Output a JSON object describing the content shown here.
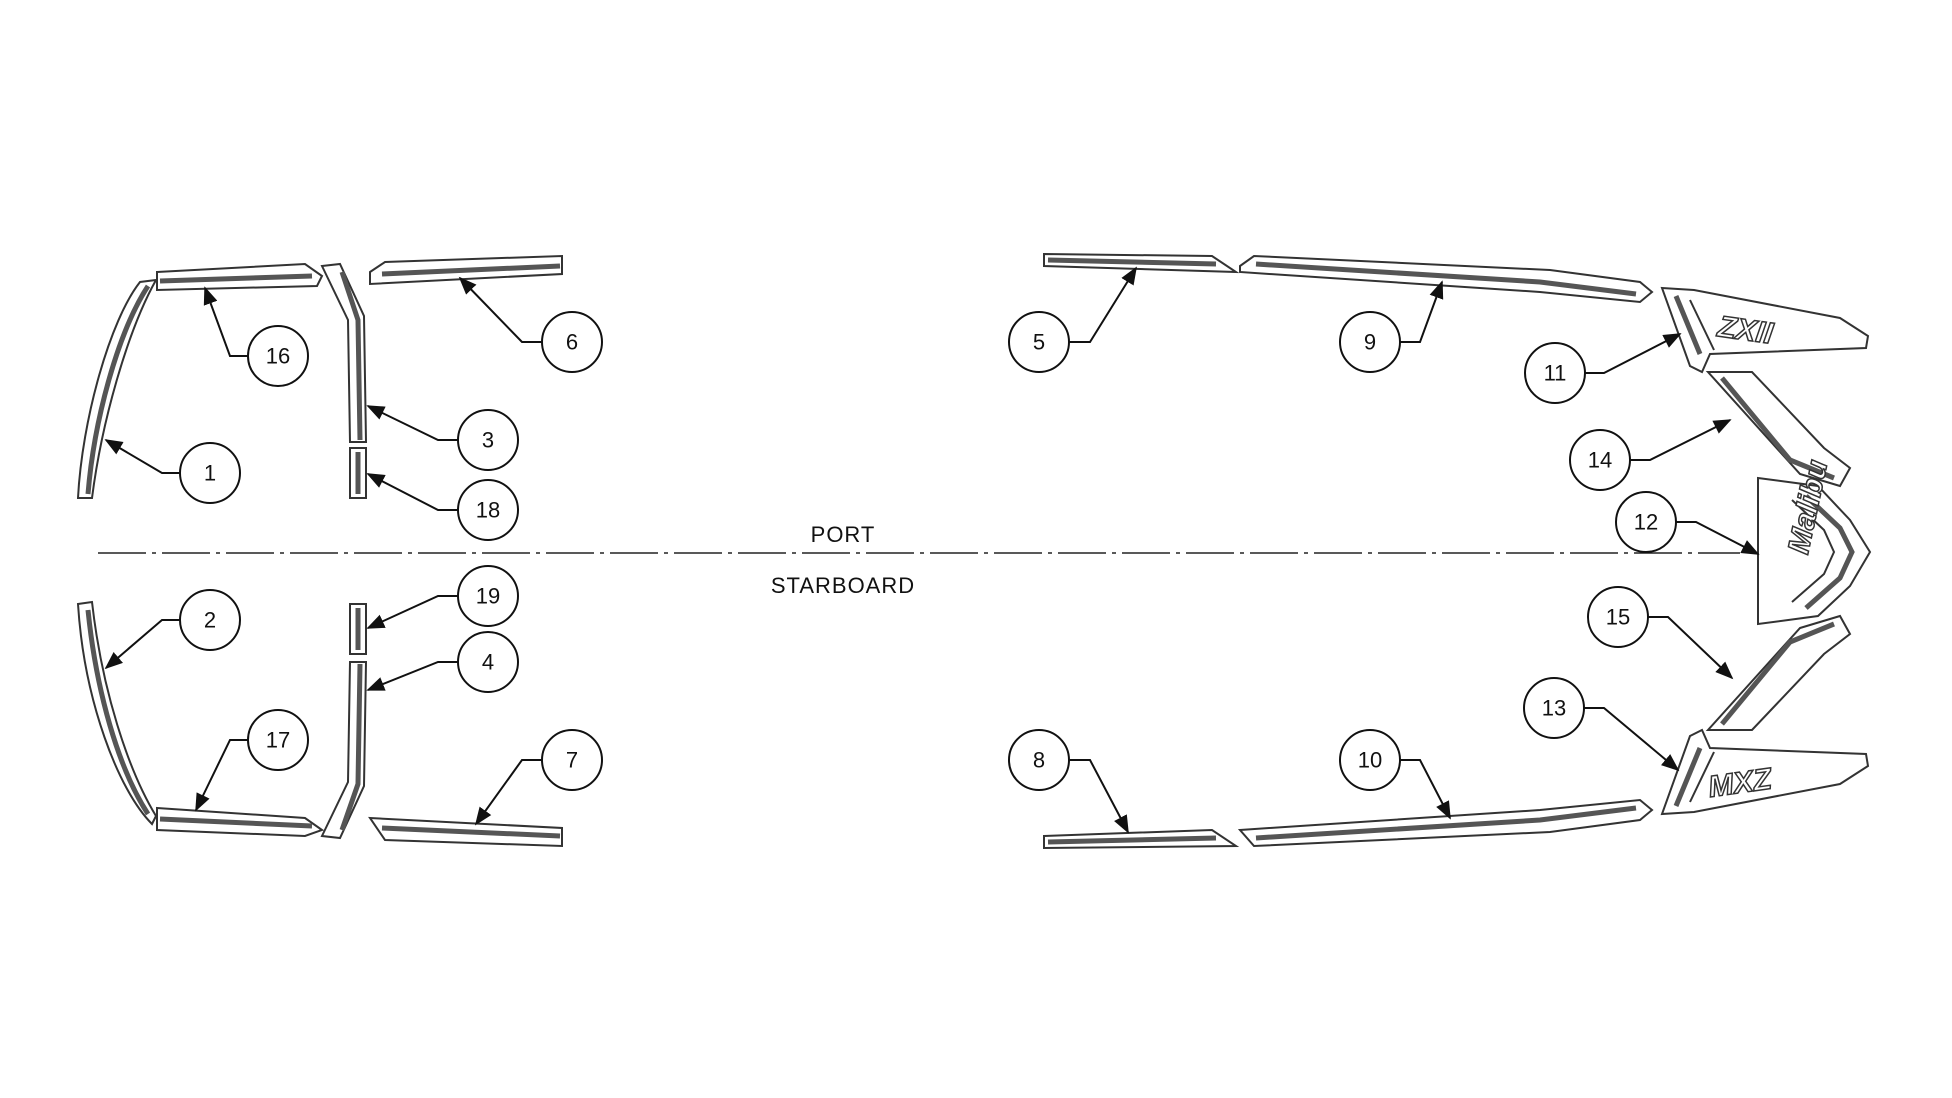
{
  "labels": {
    "port": "PORT",
    "starboard": "STARBOARD"
  },
  "logos": {
    "port_quarter": "ZXII",
    "transom": "Malibu",
    "starboard_quarter": "MXZ"
  },
  "callouts": [
    "1",
    "2",
    "3",
    "4",
    "5",
    "6",
    "7",
    "8",
    "9",
    "10",
    "11",
    "12",
    "13",
    "14",
    "15",
    "16",
    "17",
    "18",
    "19"
  ],
  "colors": {
    "line": "#333333",
    "background": "#ffffff"
  }
}
